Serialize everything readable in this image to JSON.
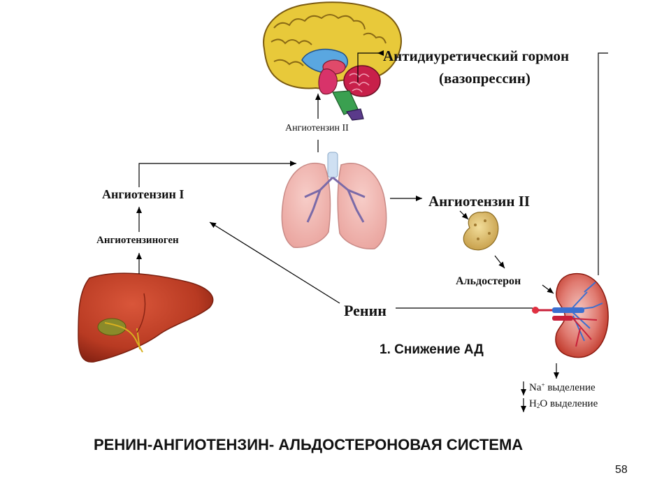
{
  "labels": {
    "adh_line1": "Антидиуретический гормон",
    "adh_line2": "(вазопрессин)",
    "angiotensin2_small": "Ангиотензин II",
    "angiotensin1": "Ангиотензин I",
    "angiotensin2_big": "Ангиотензин II",
    "angiotensinogen": "Ангиотензиноген",
    "aldosterone": "Альдостерон",
    "renin": "Ренин",
    "bp_decrease": "1. Снижение АД",
    "na_symbol": "Na",
    "na_charge": "+",
    "na_text": "выделение",
    "h2o_h": "H",
    "h2o_sub": "2",
    "h2o_o": "O",
    "h2o_text": "выделение",
    "title": "РЕНИН-АНГИОТЕНЗИН- АЛЬДОСТЕРОНОВАЯ СИСТЕМА",
    "page_number": "58"
  },
  "colors": {
    "arrow": "#000000",
    "liver": "#b83a22",
    "lungs": "#f2b7b2",
    "brain_cortex": "#e8c93a",
    "adrenal": "#e0c070",
    "kidney": "#d23a30",
    "vessel_blue": "#3a6fd0"
  }
}
